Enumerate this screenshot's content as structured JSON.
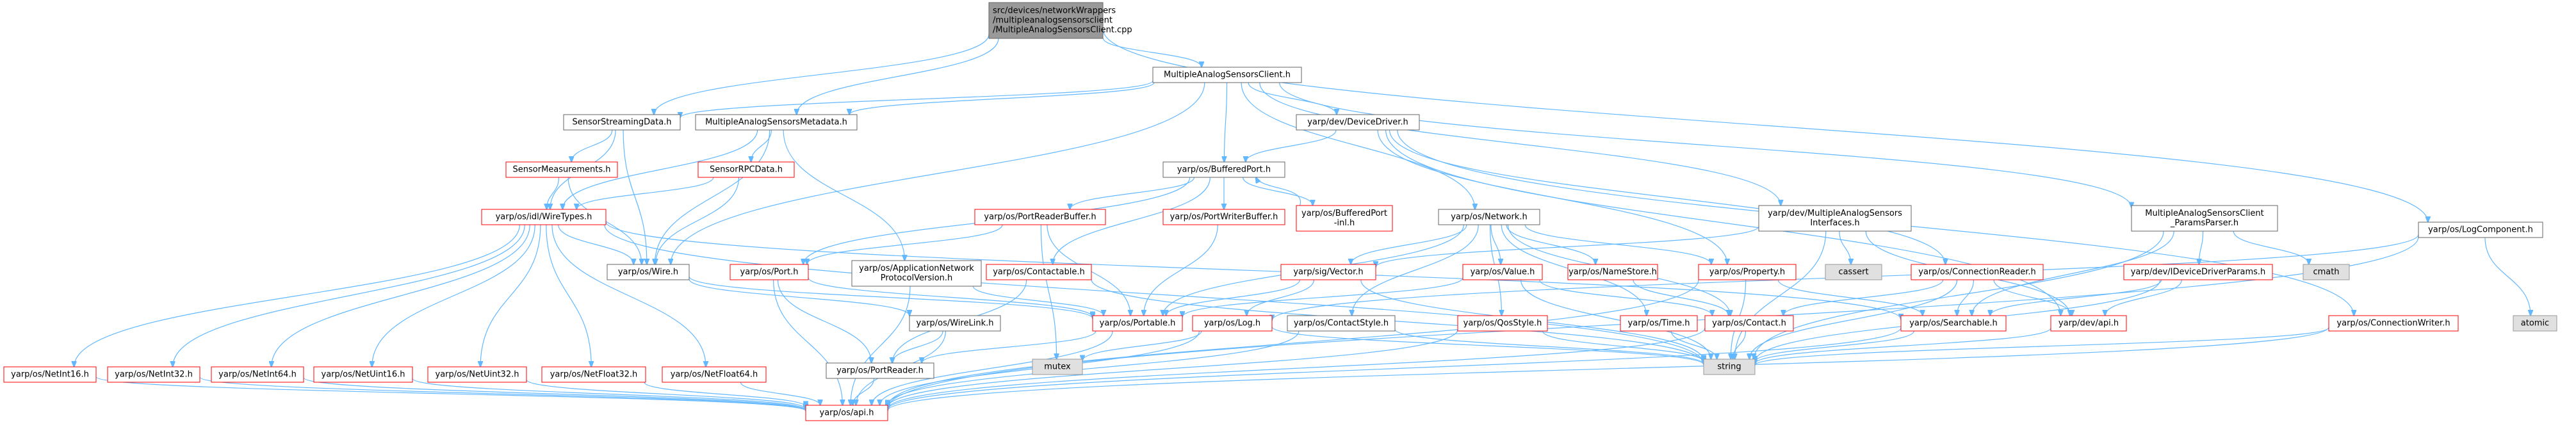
{
  "colors": {
    "edge": "#63b8ff",
    "root_fill": "#999999",
    "root_stroke": "#666666",
    "normal_fill": "#ffffff",
    "normal_stroke": "#666666",
    "incomplete_stroke": "#ff0000",
    "system_fill": "#e0e0e0",
    "system_stroke": "#999999",
    "text": "#000000"
  },
  "nodes": [
    {
      "id": "root",
      "kind": "root",
      "lines": [
        "src/devices/networkWrappers",
        "/multipleanalogsensorsclient",
        "/MultipleAnalogSensorsClient.cpp"
      ]
    },
    {
      "id": "masc_h",
      "kind": "normal",
      "lines": [
        "MultipleAnalogSensorsClient.h"
      ]
    },
    {
      "id": "ssd_h",
      "kind": "normal",
      "lines": [
        "SensorStreamingData.h"
      ]
    },
    {
      "id": "masm_h",
      "kind": "normal",
      "lines": [
        "MultipleAnalogSensorsMetadata.h"
      ]
    },
    {
      "id": "devdrv",
      "kind": "normal",
      "lines": [
        "yarp/dev/DeviceDriver.h"
      ]
    },
    {
      "id": "logcomp",
      "kind": "normal",
      "lines": [
        "yarp/os/LogComponent.h"
      ]
    },
    {
      "id": "sensmeas",
      "kind": "red",
      "lines": [
        "SensorMeasurements.h"
      ]
    },
    {
      "id": "sensrpc",
      "kind": "red",
      "lines": [
        "SensorRPCData.h"
      ]
    },
    {
      "id": "bufport",
      "kind": "normal",
      "lines": [
        "yarp/os/BufferedPort.h"
      ]
    },
    {
      "id": "wiretypes",
      "kind": "red",
      "lines": [
        "yarp/os/idl/WireTypes.h"
      ]
    },
    {
      "id": "portrb",
      "kind": "red",
      "lines": [
        "yarp/os/PortReaderBuffer.h"
      ]
    },
    {
      "id": "portwb",
      "kind": "red",
      "lines": [
        "yarp/os/PortWriterBuffer.h"
      ]
    },
    {
      "id": "bufport_inl",
      "kind": "red",
      "lines": [
        "yarp/os/BufferedPort",
        "-inl.h"
      ]
    },
    {
      "id": "network",
      "kind": "normal",
      "lines": [
        "yarp/os/Network.h"
      ]
    },
    {
      "id": "masi",
      "kind": "normal",
      "lines": [
        "yarp/dev/MultipleAnalogSensors",
        "Interfaces.h"
      ]
    },
    {
      "id": "masc_pp",
      "kind": "normal",
      "lines": [
        "MultipleAnalogSensorsClient",
        "_ParamsParser.h"
      ]
    },
    {
      "id": "wire",
      "kind": "normal",
      "lines": [
        "yarp/os/Wire.h"
      ]
    },
    {
      "id": "port",
      "kind": "red",
      "lines": [
        "yarp/os/Port.h"
      ]
    },
    {
      "id": "appnpv",
      "kind": "normal",
      "lines": [
        "yarp/os/ApplicationNetwork",
        "ProtocolVersion.h"
      ]
    },
    {
      "id": "contact_able",
      "kind": "red",
      "lines": [
        "yarp/os/Contactable.h"
      ]
    },
    {
      "id": "sigvec",
      "kind": "red",
      "lines": [
        "yarp/sig/Vector.h"
      ]
    },
    {
      "id": "value",
      "kind": "red",
      "lines": [
        "yarp/os/Value.h"
      ]
    },
    {
      "id": "namestore",
      "kind": "red",
      "lines": [
        "yarp/os/NameStore.h"
      ]
    },
    {
      "id": "property",
      "kind": "red",
      "lines": [
        "yarp/os/Property.h"
      ]
    },
    {
      "id": "cassert",
      "kind": "sys",
      "lines": [
        "cassert"
      ]
    },
    {
      "id": "connreader",
      "kind": "red",
      "lines": [
        "yarp/os/ConnectionReader.h"
      ]
    },
    {
      "id": "idevparams",
      "kind": "red",
      "lines": [
        "yarp/dev/IDeviceDriverParams.h"
      ]
    },
    {
      "id": "cmath",
      "kind": "sys",
      "lines": [
        "cmath"
      ]
    },
    {
      "id": "wirelink",
      "kind": "normal",
      "lines": [
        "yarp/os/WireLink.h"
      ]
    },
    {
      "id": "portable",
      "kind": "red",
      "lines": [
        "yarp/os/Portable.h"
      ]
    },
    {
      "id": "log",
      "kind": "red",
      "lines": [
        "yarp/os/Log.h"
      ]
    },
    {
      "id": "contactstyle",
      "kind": "normal",
      "lines": [
        "yarp/os/ContactStyle.h"
      ]
    },
    {
      "id": "qosstyle",
      "kind": "red",
      "lines": [
        "yarp/os/QosStyle.h"
      ]
    },
    {
      "id": "time",
      "kind": "red",
      "lines": [
        "yarp/os/Time.h"
      ]
    },
    {
      "id": "contact",
      "kind": "red",
      "lines": [
        "yarp/os/Contact.h"
      ]
    },
    {
      "id": "searchable",
      "kind": "red",
      "lines": [
        "yarp/os/Searchable.h"
      ]
    },
    {
      "id": "devapi",
      "kind": "red",
      "lines": [
        "yarp/dev/api.h"
      ]
    },
    {
      "id": "atomic",
      "kind": "sys",
      "lines": [
        "atomic"
      ]
    },
    {
      "id": "connwriter",
      "kind": "red",
      "lines": [
        "yarp/os/ConnectionWriter.h"
      ]
    },
    {
      "id": "mutex",
      "kind": "sys",
      "lines": [
        "mutex"
      ]
    },
    {
      "id": "string",
      "kind": "sys",
      "lines": [
        "string"
      ]
    },
    {
      "id": "ni16",
      "kind": "red",
      "lines": [
        "yarp/os/NetInt16.h"
      ]
    },
    {
      "id": "ni32",
      "kind": "red",
      "lines": [
        "yarp/os/NetInt32.h"
      ]
    },
    {
      "id": "ni64",
      "kind": "red",
      "lines": [
        "yarp/os/NetInt64.h"
      ]
    },
    {
      "id": "nu16",
      "kind": "red",
      "lines": [
        "yarp/os/NetUint16.h"
      ]
    },
    {
      "id": "nu32",
      "kind": "red",
      "lines": [
        "yarp/os/NetUint32.h"
      ]
    },
    {
      "id": "nf32",
      "kind": "red",
      "lines": [
        "yarp/os/NetFloat32.h"
      ]
    },
    {
      "id": "nf64",
      "kind": "red",
      "lines": [
        "yarp/os/NetFloat64.h"
      ]
    },
    {
      "id": "portreader",
      "kind": "normal",
      "lines": [
        "yarp/os/PortReader.h"
      ]
    },
    {
      "id": "osapi",
      "kind": "red",
      "lines": [
        "yarp/os/api.h"
      ]
    }
  ],
  "edges": [
    [
      "root",
      "masc_h"
    ],
    [
      "root",
      "ssd_h"
    ],
    [
      "root",
      "masm_h"
    ],
    [
      "root",
      "logcomp"
    ],
    [
      "masc_h",
      "ssd_h"
    ],
    [
      "masc_h",
      "masm_h"
    ],
    [
      "masc_h",
      "bufport"
    ],
    [
      "masc_h",
      "devdrv"
    ],
    [
      "masc_h",
      "network"
    ],
    [
      "masc_h",
      "masi"
    ],
    [
      "masc_h",
      "masc_pp"
    ],
    [
      "masc_h",
      "wire"
    ],
    [
      "ssd_h",
      "sensmeas"
    ],
    [
      "ssd_h",
      "wiretypes"
    ],
    [
      "ssd_h",
      "wire"
    ],
    [
      "masm_h",
      "sensrpc"
    ],
    [
      "masm_h",
      "wiretypes"
    ],
    [
      "masm_h",
      "wire"
    ],
    [
      "masm_h",
      "appnpv"
    ],
    [
      "sensmeas",
      "wiretypes"
    ],
    [
      "sensmeas",
      "wire"
    ],
    [
      "sensrpc",
      "wiretypes"
    ],
    [
      "sensrpc",
      "wire"
    ],
    [
      "wiretypes",
      "wire"
    ],
    [
      "wiretypes",
      "ni16"
    ],
    [
      "wiretypes",
      "ni32"
    ],
    [
      "wiretypes",
      "ni64"
    ],
    [
      "wiretypes",
      "nu16"
    ],
    [
      "wiretypes",
      "nu32"
    ],
    [
      "wiretypes",
      "nf32"
    ],
    [
      "wiretypes",
      "nf64"
    ],
    [
      "wiretypes",
      "string"
    ],
    [
      "wiretypes",
      "searchable"
    ],
    [
      "wire",
      "wirelink"
    ],
    [
      "wire",
      "portable"
    ],
    [
      "wirelink",
      "portreader"
    ],
    [
      "wirelink",
      "osapi"
    ],
    [
      "bufport",
      "portrb"
    ],
    [
      "bufport",
      "portwb"
    ],
    [
      "bufport",
      "bufport_inl"
    ],
    [
      "bufport",
      "port"
    ],
    [
      "bufport",
      "contact_able"
    ],
    [
      "bufport_inl",
      "bufport"
    ],
    [
      "portrb",
      "port"
    ],
    [
      "portrb",
      "portable"
    ],
    [
      "portrb",
      "mutex"
    ],
    [
      "portwb",
      "portable"
    ],
    [
      "port",
      "portable"
    ],
    [
      "port",
      "osapi"
    ],
    [
      "port",
      "portreader"
    ],
    [
      "appnpv",
      "portable"
    ],
    [
      "appnpv",
      "osapi"
    ],
    [
      "contact_able",
      "portreader"
    ],
    [
      "contact_able",
      "string"
    ],
    [
      "devdrv",
      "bufport"
    ],
    [
      "devdrv",
      "property"
    ],
    [
      "devdrv",
      "connreader"
    ],
    [
      "devdrv",
      "devapi"
    ],
    [
      "devdrv",
      "connwriter"
    ],
    [
      "network",
      "sigvec"
    ],
    [
      "network",
      "value"
    ],
    [
      "network",
      "namestore"
    ],
    [
      "network",
      "property"
    ],
    [
      "network",
      "contactstyle"
    ],
    [
      "network",
      "portable"
    ],
    [
      "network",
      "qosstyle"
    ],
    [
      "network",
      "contact"
    ],
    [
      "network",
      "time"
    ],
    [
      "masi",
      "sigvec"
    ],
    [
      "masi",
      "cassert"
    ],
    [
      "masi",
      "devapi"
    ],
    [
      "masi",
      "string"
    ],
    [
      "masc_pp",
      "cmath"
    ],
    [
      "masc_pp",
      "idevparams"
    ],
    [
      "masc_pp",
      "searchable"
    ],
    [
      "masc_pp",
      "string"
    ],
    [
      "sigvec",
      "log"
    ],
    [
      "sigvec",
      "portable"
    ],
    [
      "sigvec",
      "string"
    ],
    [
      "value",
      "contact"
    ],
    [
      "value",
      "portable"
    ],
    [
      "value",
      "string"
    ],
    [
      "namestore",
      "contact"
    ],
    [
      "property",
      "searchable"
    ],
    [
      "property",
      "string"
    ],
    [
      "property",
      "osapi"
    ],
    [
      "connreader",
      "contact"
    ],
    [
      "connreader",
      "searchable"
    ],
    [
      "connreader",
      "string"
    ],
    [
      "connreader",
      "devapi"
    ],
    [
      "idevparams",
      "searchable"
    ],
    [
      "idevparams",
      "devapi"
    ],
    [
      "idevparams",
      "string"
    ],
    [
      "logcomp",
      "log"
    ],
    [
      "logcomp",
      "atomic"
    ],
    [
      "logcomp",
      "osapi"
    ],
    [
      "log",
      "mutex"
    ],
    [
      "log",
      "string"
    ],
    [
      "log",
      "osapi"
    ],
    [
      "contactstyle",
      "string"
    ],
    [
      "contactstyle",
      "osapi"
    ],
    [
      "qosstyle",
      "string"
    ],
    [
      "qosstyle",
      "osapi"
    ],
    [
      "time",
      "string"
    ],
    [
      "contact",
      "string"
    ],
    [
      "contact",
      "osapi"
    ],
    [
      "searchable",
      "string"
    ],
    [
      "searchable",
      "osapi"
    ],
    [
      "devapi",
      "string"
    ],
    [
      "connwriter",
      "string"
    ],
    [
      "connwriter",
      "osapi"
    ],
    [
      "portable",
      "portreader"
    ],
    [
      "portable",
      "osapi"
    ],
    [
      "portreader",
      "osapi"
    ],
    [
      "ni16",
      "osapi"
    ],
    [
      "ni32",
      "osapi"
    ],
    [
      "ni64",
      "osapi"
    ],
    [
      "nu16",
      "osapi"
    ],
    [
      "nu32",
      "osapi"
    ],
    [
      "nf32",
      "osapi"
    ],
    [
      "nf64",
      "osapi"
    ]
  ]
}
